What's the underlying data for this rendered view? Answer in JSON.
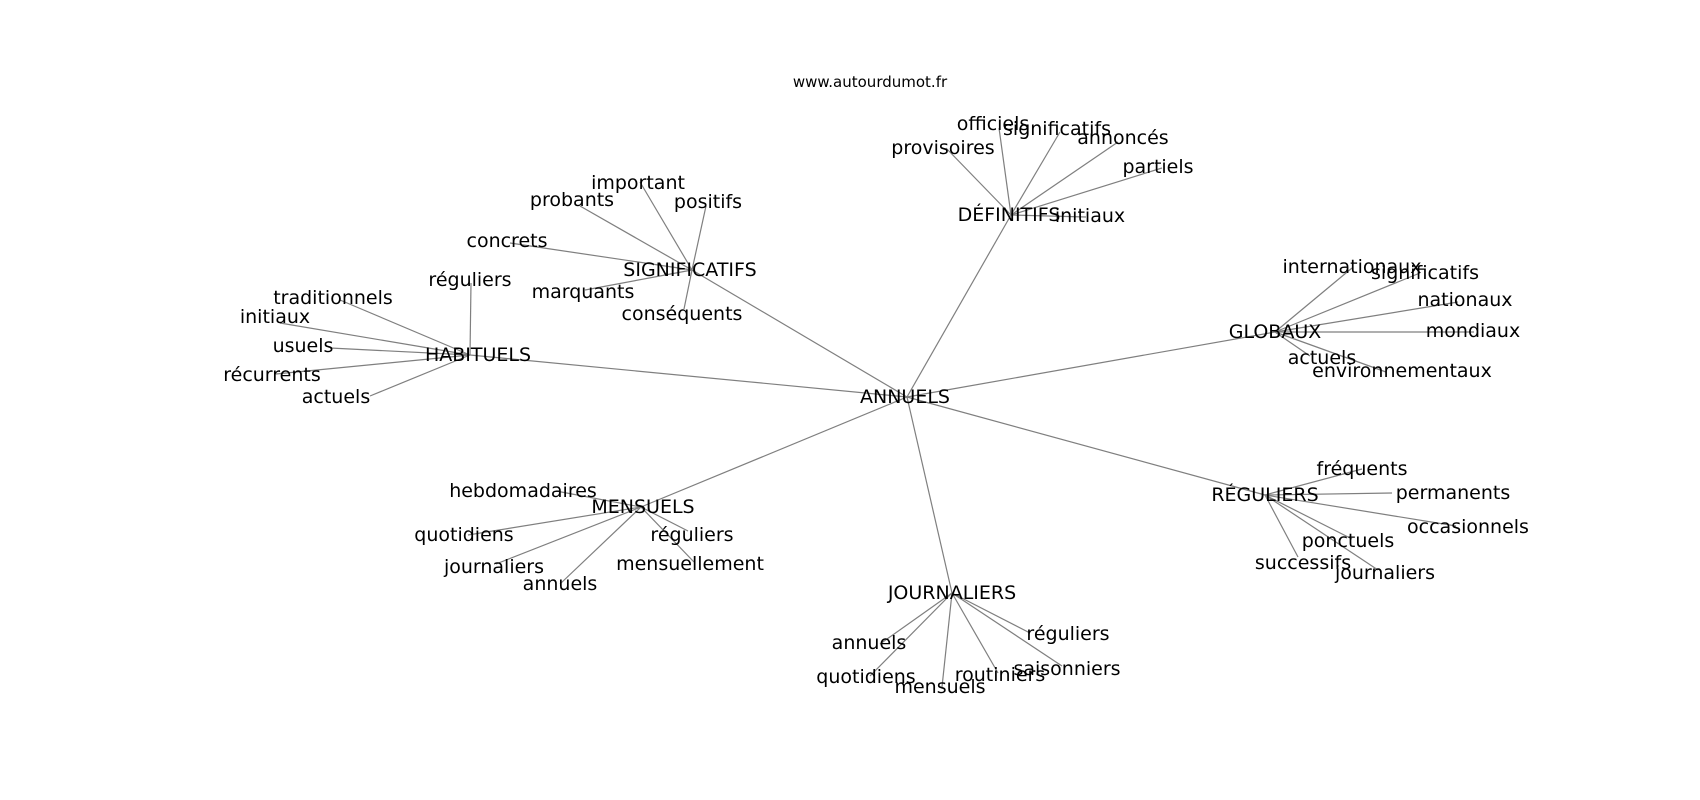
{
  "site": "www.autourdumot.fr",
  "center": "ANNUELS",
  "clusters": [
    {
      "label": "SIGNIFICATIFS",
      "words": [
        "important",
        "probants",
        "positifs",
        "concrets",
        "marquants",
        "conséquents"
      ]
    },
    {
      "label": "DÉFINITIFS",
      "words": [
        "officiels",
        "significatifs",
        "provisoires",
        "annoncés",
        "partiels",
        "initiaux"
      ]
    },
    {
      "label": "HABITUELS",
      "words": [
        "réguliers",
        "traditionnels",
        "initiaux",
        "usuels",
        "récurrents",
        "actuels"
      ]
    },
    {
      "label": "GLOBAUX",
      "words": [
        "internationaux",
        "significatifs",
        "nationaux",
        "mondiaux",
        "actuels",
        "environnementaux"
      ]
    },
    {
      "label": "MENSUELS",
      "words": [
        "hebdomadaires",
        "quotidiens",
        "réguliers",
        "journaliers",
        "mensuellement",
        "annuels"
      ]
    },
    {
      "label": "RÉGULIERS",
      "words": [
        "fréquents",
        "permanents",
        "occasionnels",
        "ponctuels",
        "successifs",
        "journaliers"
      ]
    },
    {
      "label": "JOURNALIERS",
      "words": [
        "annuels",
        "réguliers",
        "quotidiens",
        "saisonniers",
        "routiniers",
        "mensuels"
      ]
    }
  ]
}
